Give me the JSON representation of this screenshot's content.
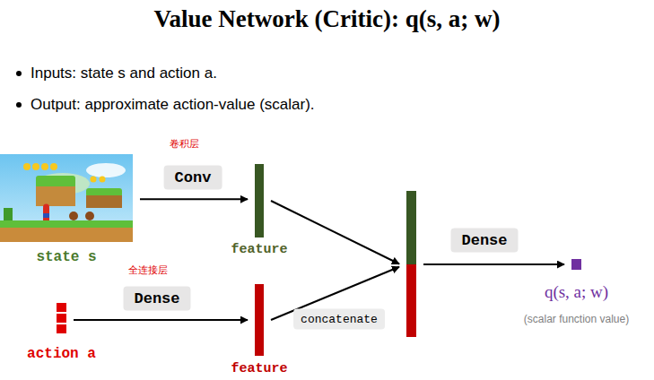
{
  "diagram": {
    "title": "Value Network (Critic): q(s, a; w)",
    "nodes": [
      {
        "text": [
          "state s"
        ]
      },
      {
        "text": [
          "feature"
        ]
      },
      {
        "text": [
          "action a"
        ]
      },
      {
        "text": [
          "feature"
        ]
      },
      {
        "text": []
      },
      {
        "text": [
          "q(s, a; w)",
          "(scalar function value)"
        ]
      }
    ],
    "edges": [
      {
        "from": 0,
        "to": 1,
        "arrow": "to",
        "label": "Conv"
      },
      {
        "from": 2,
        "to": 3,
        "arrow": "to",
        "label": "Dense"
      },
      {
        "from": 1,
        "to": 4,
        "arrow": "to"
      },
      {
        "from": 3,
        "to": 4,
        "arrow": "to",
        "label": "concatenate"
      },
      {
        "from": 4,
        "to": 5,
        "arrow": "to",
        "label": "Dense"
      }
    ],
    "labels": [
      "Inputs: state s and action a.",
      "Output: approximate action-value (scalar).",
      "卷积层",
      "全连接层"
    ]
  }
}
